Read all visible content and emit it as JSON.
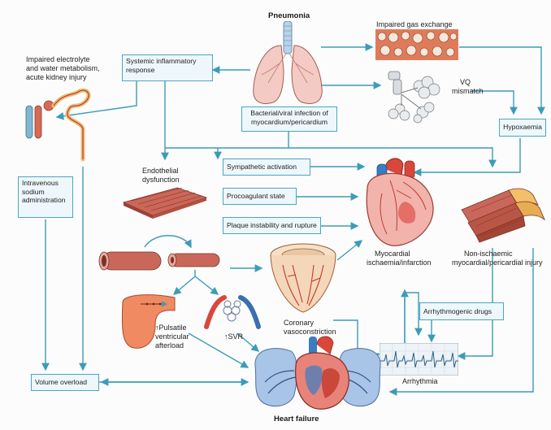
{
  "title": "Pneumonia",
  "footer": "Heart failure",
  "colors": {
    "arrow": "#3b9cb8",
    "box_border": "#4aa6c1",
    "box_fill": "#eef7fb",
    "lung": "#f2c6c0",
    "heart_red": "#d9473b",
    "vessel": "#c9685a"
  },
  "labels": {
    "impaired_gas_exchange": "Impaired gas exchange",
    "vq_mismatch_line1": "VQ",
    "vq_mismatch_line2": "mismatch",
    "electrolyte_line1": "Impaired electrolyte",
    "electrolyte_line2": "and water metabolism,",
    "electrolyte_line3": "acute kidney injury",
    "endothelial_line1": "Endothelial",
    "endothelial_line2": "dysfunction",
    "pulsatile_line1": "↑Pulsatile",
    "pulsatile_line2": "ventricular",
    "pulsatile_line3": "afterload",
    "svr": "↑SVR",
    "coronary_line1": "Coronary",
    "coronary_line2": "vasoconstriction",
    "myocardial_line1": "Myocardial",
    "myocardial_line2": "ischaemia/infarction",
    "nonisch_line1": "Non-ischaemic",
    "nonisch_line2": "myocardial/pericardial injury",
    "arrhythmia": "Arrhythmia"
  },
  "boxes": {
    "systemic_line1": "Systemic inflammatory",
    "systemic_line2": "response",
    "bacterial_line1": "Bacterial/viral infection of",
    "bacterial_line2": "myocardium/pericardium",
    "hypoxaemia": "Hypoxaemia",
    "sympathetic": "Sympathetic activation",
    "procoagulant": "Procoagulant state",
    "plaque": "Plaque instability and rupture",
    "iv_line1": "Intravenous",
    "iv_line2": "sodium",
    "iv_line3": "administration",
    "arrhythmogenic": "Arrhythmogenic drugs",
    "volume": "Volume overload"
  }
}
